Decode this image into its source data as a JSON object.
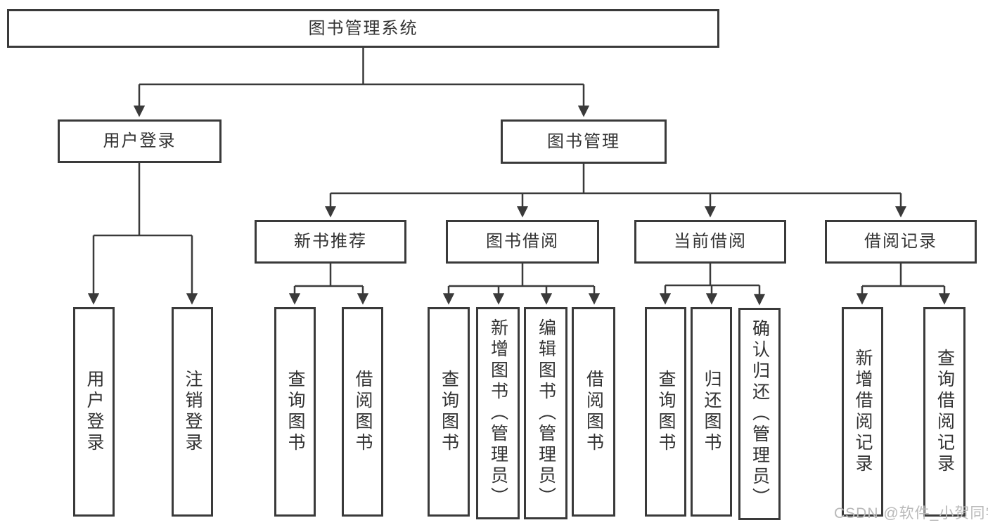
{
  "diagram": {
    "title": "图书管理系统",
    "root": {
      "label": "图书管理系统"
    },
    "level2": [
      {
        "label": "用户登录"
      },
      {
        "label": "图书管理"
      }
    ],
    "level3": [
      {
        "label": "新书推荐"
      },
      {
        "label": "图书借阅"
      },
      {
        "label": "当前借阅"
      },
      {
        "label": "借阅记录"
      }
    ],
    "leaves": {
      "user_login": [
        {
          "label": "用户登录"
        },
        {
          "label": "注销登录"
        }
      ],
      "new_book": [
        {
          "label": "查询图书"
        },
        {
          "label": "借阅图书"
        }
      ],
      "book_borrow": [
        {
          "label": "查询图书"
        },
        {
          "label": "新增图书（管理员）"
        },
        {
          "label": "编辑图书（管理员）"
        },
        {
          "label": "借阅图书"
        }
      ],
      "current_borrow": [
        {
          "label": "查询图书"
        },
        {
          "label": "归还图书"
        },
        {
          "label": "确认归还（管理员）"
        }
      ],
      "borrow_records": [
        {
          "label": "新增借阅记录"
        },
        {
          "label": "查询借阅记录"
        }
      ]
    }
  },
  "watermark": {
    "text": "CSDN @软件_小贺同学"
  },
  "colors": {
    "line": "#3a3a3a",
    "text": "#333333",
    "background": "#ffffff",
    "watermark": "#b9b9b9"
  }
}
